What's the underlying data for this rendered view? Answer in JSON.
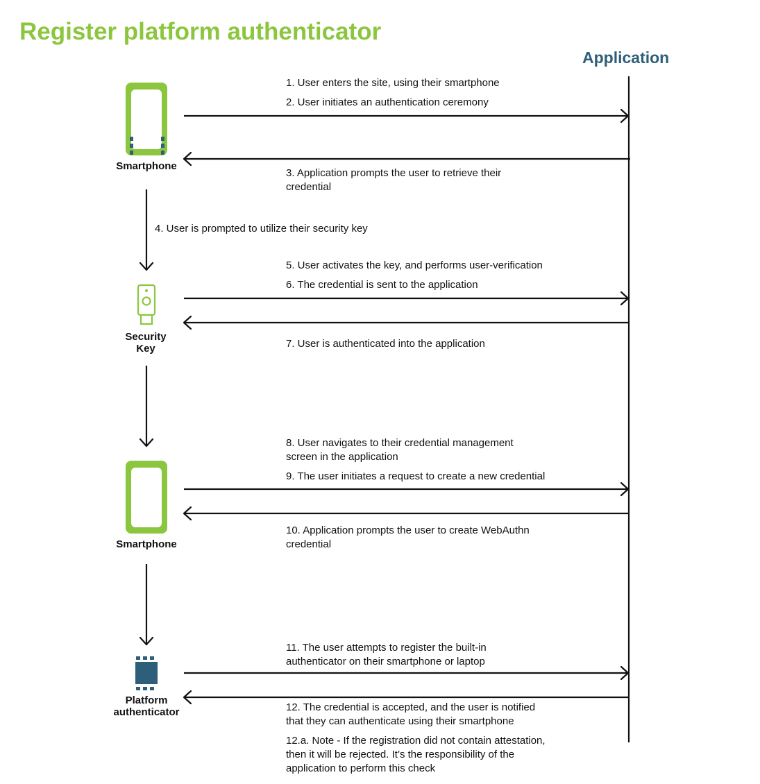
{
  "title": "Register platform authenticator",
  "application_label": "Application",
  "actors": {
    "smartphone_1": "Smartphone",
    "security_key_line1": "Security",
    "security_key_line2": "Key",
    "smartphone_2": "Smartphone",
    "platform_line1": "Platform",
    "platform_line2": "authenticator"
  },
  "steps": {
    "s1": "1. User enters the site, using their smartphone",
    "s2": "2. User initiates an authentication ceremony",
    "s3_line1": "3. Application prompts the user to retrieve their",
    "s3_line2": "credential",
    "s4": "4. User is prompted to utilize their security key",
    "s5": "5. User activates the key, and performs user-verification",
    "s6": "6. The credential is sent to the application",
    "s7": "7. User is authenticated into the application",
    "s8_line1": "8. User navigates to their credential management",
    "s8_line2": "screen in the application",
    "s9": "9. The user initiates a request to create a new credential",
    "s10_line1": "10. Application prompts the user to create WebAuthn",
    "s10_line2": "credential",
    "s11_line1": "11. The user attempts to register the built-in",
    "s11_line2": "authenticator on their smartphone or laptop",
    "s12_line1": "12. The credential is accepted, and the user is notified",
    "s12_line2": "that they can authenticate using their smartphone",
    "s12a_line1": "12.a. Note - If the registration did not contain attestation,",
    "s12a_line2": "then it will be rejected. It’s the responsibility of the",
    "s12a_line3": "application to perform this check"
  },
  "colors": {
    "accent_green": "#8cc63f",
    "app_blue": "#2e5f7a",
    "chip_blue": "#2e5f7a",
    "line": "#111111"
  },
  "icons": [
    "smartphone-icon",
    "security-key-icon",
    "chip-icon"
  ]
}
